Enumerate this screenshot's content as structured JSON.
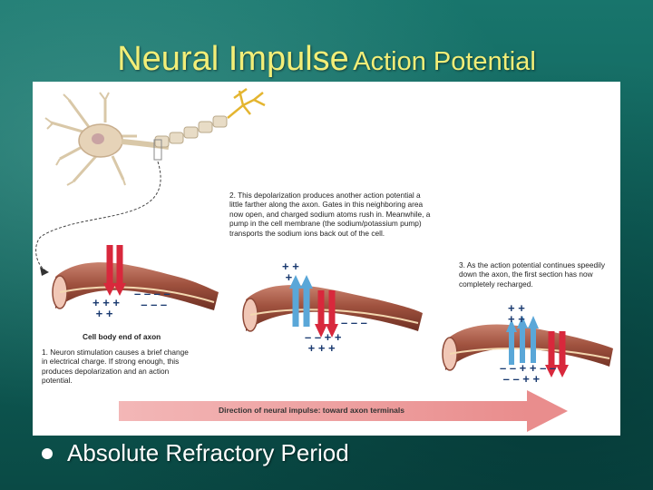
{
  "slide": {
    "title_main": "Neural Impulse",
    "title_sub": "Action Potential",
    "bullet": "Absolute Refractory Period",
    "colors": {
      "title": "#f2ee78",
      "background": "#0f5f58",
      "red_arrow": "#d8283c",
      "blue_arrow": "#5aa7d8",
      "direction_arrow": "#f0a0a0"
    }
  },
  "figure": {
    "label_cell_body": "Cell body end of axon",
    "caption_1": "1. Neuron stimulation causes a brief change in electrical charge. If strong enough, this produces depolarization and an action potential.",
    "caption_2": "2. This depolarization produces another action potential a little farther along the axon. Gates in this neighboring area now open, and charged sodium atoms rush in. Meanwhile, a pump in the cell membrane (the sodium/potassium pump) transports the sodium ions back out of the cell.",
    "caption_3": "3. As the action potential continues speedily down the axon, the first section has now completely recharged.",
    "direction_label": "Direction of neural impulse: toward axon terminals"
  }
}
